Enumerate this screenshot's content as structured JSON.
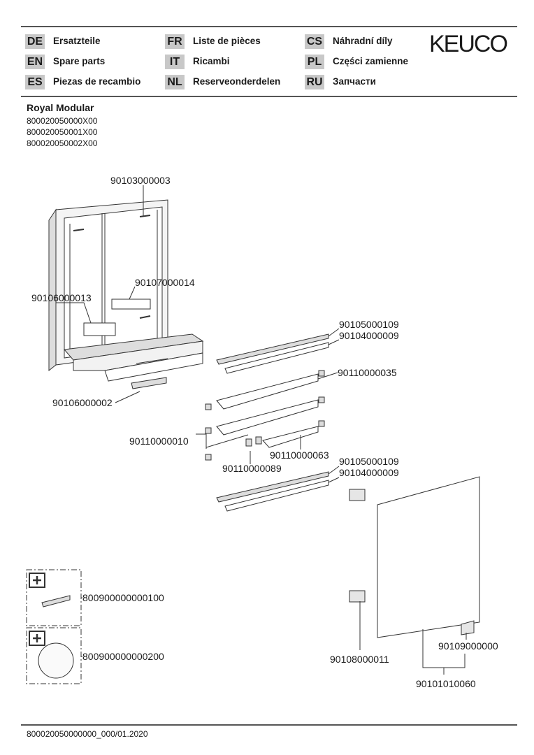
{
  "header": {
    "languages": [
      {
        "code": "DE",
        "label": "Ersatzteile"
      },
      {
        "code": "EN",
        "label": "Spare parts"
      },
      {
        "code": "ES",
        "label": "Piezas de recambio"
      },
      {
        "code": "FR",
        "label": "Liste de pièces"
      },
      {
        "code": "IT",
        "label": "Ricambi"
      },
      {
        "code": "NL",
        "label": "Reserveonderdelen"
      },
      {
        "code": "CS",
        "label": "Náhradní díly"
      },
      {
        "code": "PL",
        "label": "Części zamienne"
      },
      {
        "code": "RU",
        "label": "Запчасти"
      }
    ],
    "logo": "KEUCO"
  },
  "product": {
    "name": "Royal Modular",
    "numbers": [
      "800020050000X00",
      "800020050001X00",
      "800020050002X00"
    ]
  },
  "parts": {
    "p1": "90103000003",
    "p2": "90107000014",
    "p3": "90106000013",
    "p4": "90105000109",
    "p5": "90104000009",
    "p6": "90110000035",
    "p7": "90106000002",
    "p8": "90110000010",
    "p9": "90110000063",
    "p10": "90110000089",
    "p11": "90105000109",
    "p12": "90104000009",
    "p13": "800900000000100",
    "p14": "800900000000200",
    "p15": "90109000000",
    "p16": "90108000011",
    "p17": "90101010060"
  },
  "footer": {
    "doc_number": "800020050000000_000/01.2020"
  }
}
